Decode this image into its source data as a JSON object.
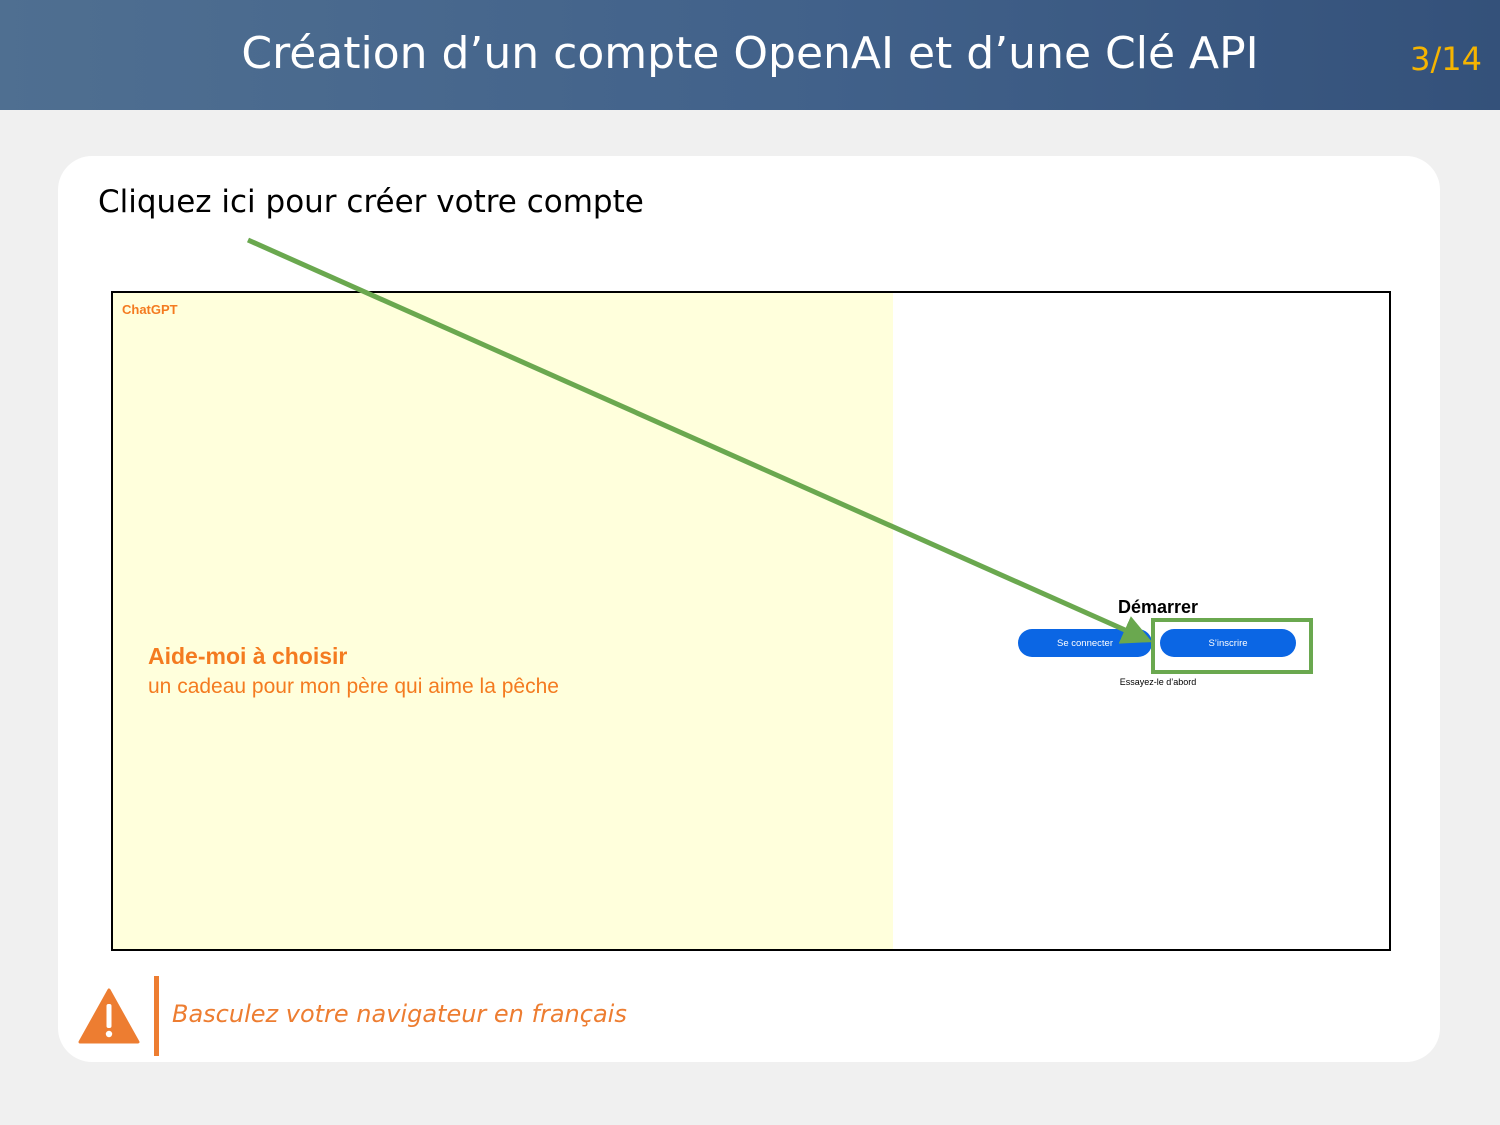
{
  "header": {
    "title": "Création d’un compte OpenAI et d’une Clé API",
    "page_number": "3/14"
  },
  "instruction": "Cliquez ici pour créer votre compte",
  "embedded_screenshot": {
    "brand": "ChatGPT",
    "prompt_title": "Aide-moi à choisir",
    "prompt_subtitle": "un cadeau pour mon père qui aime la pêche",
    "start_heading": "Démarrer",
    "login_button": "Se connecter",
    "signup_button": "S’inscrire",
    "try_first": "Essayez-le d’abord"
  },
  "warning": {
    "icon": "warning-triangle-icon",
    "text": "Basculez votre navigateur en français"
  },
  "colors": {
    "header_bg": "#41618a",
    "page_number": "#f5b400",
    "accent_orange": "#f47b20",
    "button_blue": "#0b66e4",
    "highlight_green": "#6aa84f",
    "left_panel_bg": "#ffffdc"
  }
}
